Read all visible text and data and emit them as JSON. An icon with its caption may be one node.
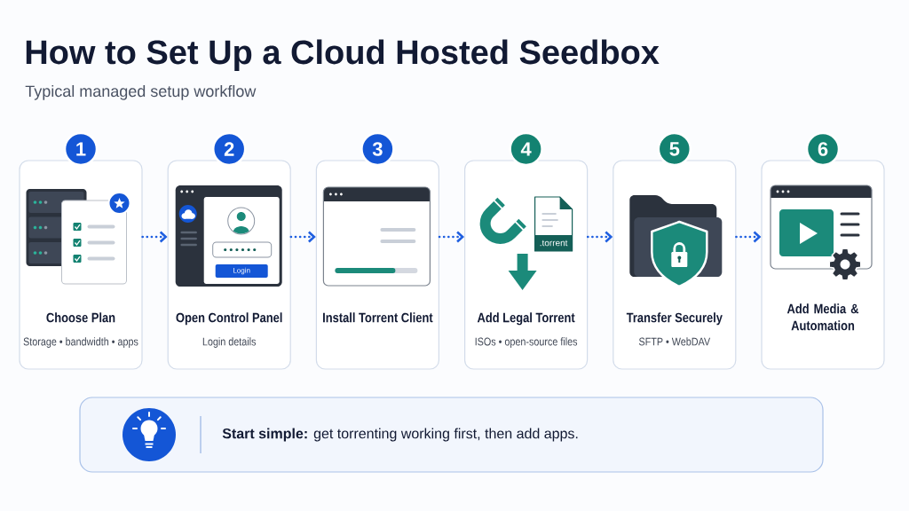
{
  "diagram": {
    "title": "How to Set Up a Cloud Hosted Seedbox",
    "nodes": [
      {
        "text": [
          "1"
        ]
      },
      {
        "text": [
          "Choose Plan",
          "Storage • bandwidth • apps"
        ]
      },
      {
        "text": [
          "2"
        ]
      },
      {
        "text": [
          "Open Control Panel",
          "Login details"
        ]
      },
      {
        "text": [
          "3"
        ]
      },
      {
        "text": [
          "Install Torrent Client"
        ]
      },
      {
        "text": [
          "4"
        ]
      },
      {
        "text": [
          "Add Legal Torrent",
          "ISOs • open-source files"
        ]
      },
      {
        "text": [
          "5"
        ]
      },
      {
        "text": [
          "Transfer Securely",
          "SFTP • WebDAV"
        ]
      },
      {
        "text": [
          "6"
        ]
      },
      {
        "text": [
          "Add Media & Automation"
        ]
      },
      {
        "text": [
          "**Start simple:** get torrenting working first, then add apps."
        ]
      }
    ],
    "edges": [
      {
        "from": 1,
        "to": 3,
        "arrow": "to",
        "style": "dashed"
      },
      {
        "from": 3,
        "to": 5,
        "arrow": "to",
        "style": "dashed"
      },
      {
        "from": 5,
        "to": 7,
        "arrow": "to",
        "style": "dashed"
      },
      {
        "from": 7,
        "to": 9,
        "arrow": "to",
        "style": "dashed"
      },
      {
        "from": 9,
        "to": 11,
        "arrow": "to",
        "style": "dashed"
      }
    ],
    "labels": [
      "Typical managed setup workflow",
      "Login",
      ".torrent"
    ]
  }
}
